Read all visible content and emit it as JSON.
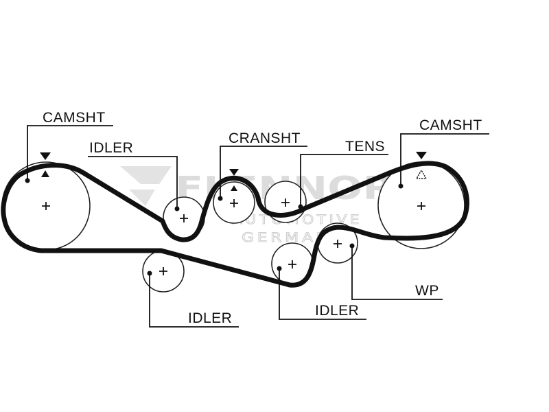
{
  "watermark": {
    "brand": "FLENNOR",
    "line1": "AUTOMOTIVE",
    "line2": "GERMANY"
  },
  "labels": {
    "camshaft_left": "CAMSHT",
    "camshaft_right": "CAMSHT",
    "crankshaft": "CRANSHT",
    "tensioner": "TENS",
    "water_pump": "WP",
    "idler_top": "IDLER",
    "idler_bottom_left": "IDLER",
    "idler_bottom_middle": "IDLER"
  },
  "colors": {
    "belt": "#111111",
    "pulley_outline": "#222222",
    "watermark": "#d6d6d6"
  }
}
